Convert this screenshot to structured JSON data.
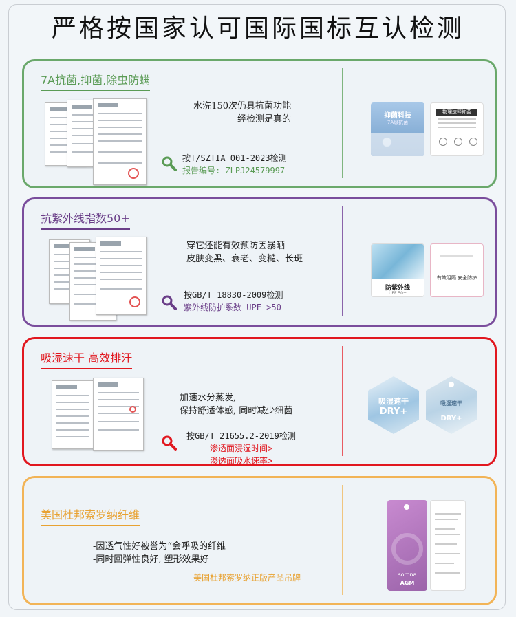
{
  "header": {
    "title": "严格按国家认可国际国标互认检测"
  },
  "cards": [
    {
      "title": "7A抗菌,抑菌,除虫防螨",
      "desc": [
        "水洗150次仍具抗菌功能",
        "经检测是真的"
      ],
      "standard": "按T/SZTIA 001-2023检测",
      "detail": "报告编号: ZLPJ24579997",
      "tag_left": [
        "抑菌科技",
        "7A级抗菌"
      ],
      "tag_right": "物理速释抑菌",
      "accent": "#5a9b55"
    },
    {
      "title": "抗紫外线指数50+",
      "desc": [
        "穿它还能有效预防因暴晒",
        "皮肤变黑、衰老、变糙、长斑"
      ],
      "standard": "按GB/T 18830-2009检测",
      "detail": "紫外线防护系数 UPF >50",
      "tag_left": [
        "防紫外线",
        "UPF 50+"
      ],
      "tag_right": "有效阻隔 安全防护",
      "accent": "#6a3e88"
    },
    {
      "title": "吸湿速干 高效排汗",
      "desc": [
        "加速水分蒸发,",
        "保持舒适体感, 同时减少细菌"
      ],
      "standard": "按GB/T 21655.2-2019检测",
      "detail": [
        "渗透面浸湿时间>",
        "渗透面吸水速率>"
      ],
      "tag_left": [
        "吸湿速干",
        "DRY+"
      ],
      "tag_right": [
        "吸湿速干",
        "DRY+"
      ],
      "accent": "#e1171f"
    },
    {
      "title": "美国杜邦索罗纳纤维",
      "desc": [
        "-因透气性好被誉为“会呼吸的纤维",
        "-同时回弹性良好, 塑形效果好"
      ],
      "caption": "美国杜邦索罗纳正版产品吊牌",
      "tag_left": [
        "sorona",
        "AGM"
      ],
      "accent": "#e8a232"
    }
  ]
}
